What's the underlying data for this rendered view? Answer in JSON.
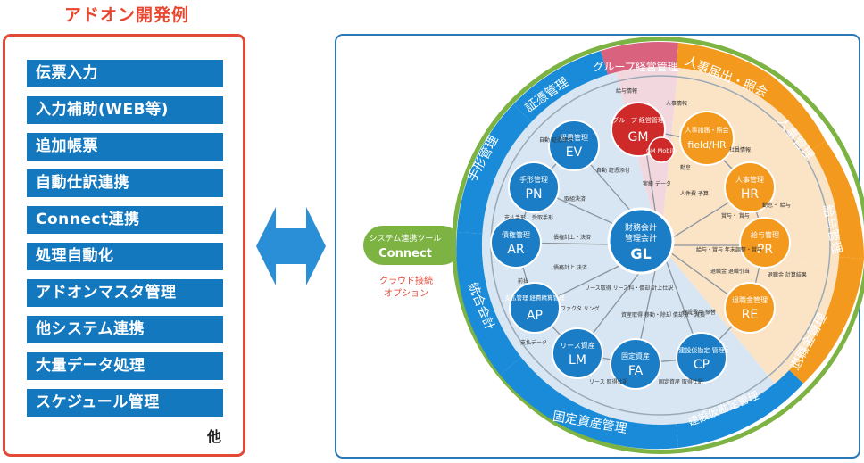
{
  "title": "アドオン開発例",
  "addon_items": [
    "伝票入力",
    "入力補助(WEB等)",
    "追加帳票",
    "自動仕訳連携",
    "Connect連携",
    "処理自動化",
    "アドオンマスタ管理",
    "他システム連携",
    "大量データ処理",
    "スケジュール管理"
  ],
  "other_label": "他",
  "connect": {
    "line1": "システム連携ツール",
    "line2": "Connect",
    "option1": "クラウド接続",
    "option2": "オプション"
  },
  "center": {
    "line1": "財務会計",
    "line2": "管理会計",
    "code": "GL"
  },
  "ring_labels": {
    "group": "グループ経営管理",
    "jinji_todoke": "人事届出・照会",
    "jinji": "人事管理",
    "kyuyo": "給与管理",
    "taishoku": "退職金管理",
    "kensetsu": "建設仮勘定管理",
    "kotei": "固定資産管理",
    "togo": "統合会計",
    "tegata": "手形管理",
    "shohyo": "証憑管理"
  },
  "modules": [
    {
      "name": "経費管理",
      "code": "EV"
    },
    {
      "name": "手形管理",
      "code": "PN"
    },
    {
      "name": "債権管理",
      "code": "AR"
    },
    {
      "name": "支払管理 経費精算管理",
      "code": "AP"
    },
    {
      "name": "リース資産",
      "code": "LM"
    },
    {
      "name": "固定資産",
      "code": "FA"
    },
    {
      "name": "建設仮勘定 管理",
      "code": "CP"
    },
    {
      "name": "退職金管理",
      "code": "RE"
    },
    {
      "name": "給与管理",
      "code": "PR"
    },
    {
      "name": "人事管理",
      "code": "HR"
    },
    {
      "name": "人事諸届・照会",
      "code": "field/HR"
    },
    {
      "name": "グループ 経営管理",
      "code": "GM"
    }
  ],
  "gm_mobile": "GM Mobile",
  "flow_labels": {
    "f1": "給与情報",
    "f2": "人事情報",
    "f3": "自動 証憑添付",
    "f4": "自動 証憑添付",
    "f5": "社員情報",
    "f6": "実績 データ",
    "f7": "勤怠",
    "f8": "人件費 予算",
    "f9": "取組決済",
    "f10": "支払手形",
    "f11": "受取手形",
    "f12": "債権計上・決済",
    "f13": "債務計上 決済",
    "f14": "勤怠・ 給与",
    "f15": "賞与・ 賞与",
    "f16": "給与・賞与 年末調整・賞与",
    "f17": "退職金 退職引当",
    "f18": "退職金 計算結果",
    "f19": "ファクタ リング",
    "f20": "前払",
    "f21": "リース取得 リース料・償却 計上仕訳",
    "f22": "資産取得 移動・除却 償却費・減損",
    "f23": "建設費用 振替",
    "f24": "支払データ",
    "f25": "リース 取得仕訳",
    "f26": "固定資産 取得仕訳"
  }
}
